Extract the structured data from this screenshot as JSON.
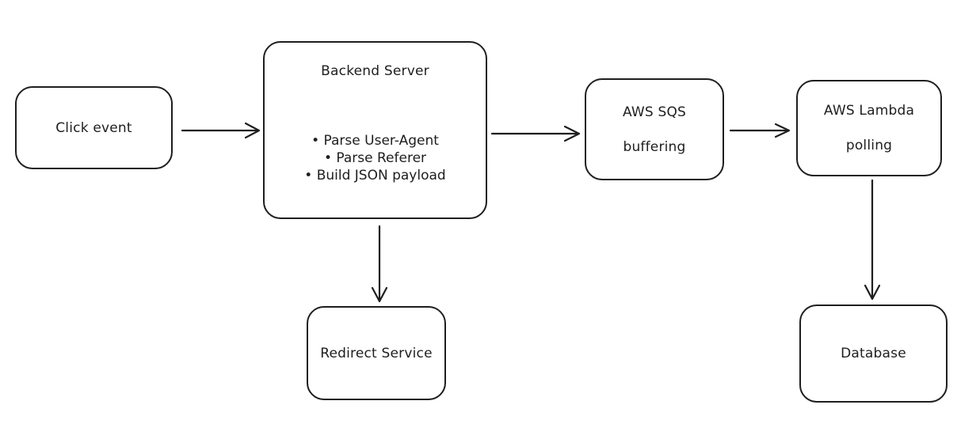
{
  "nodes": {
    "click_event": {
      "label": "Click event"
    },
    "backend_server": {
      "title": "Backend Server",
      "bullets": [
        "Parse User-Agent",
        "Parse Referer",
        "Build JSON payload"
      ]
    },
    "aws_sqs": {
      "line1": "AWS SQS",
      "line2": "buffering"
    },
    "aws_lambda": {
      "line1": "AWS Lambda",
      "line2": "polling"
    },
    "redirect_service": {
      "label": "Redirect Service"
    },
    "database": {
      "label": "Database"
    }
  },
  "edges": [
    {
      "from": "Click event",
      "to": "Backend Server"
    },
    {
      "from": "Backend Server",
      "to": "AWS SQS"
    },
    {
      "from": "AWS SQS",
      "to": "AWS Lambda"
    },
    {
      "from": "Backend Server",
      "to": "Redirect Service"
    },
    {
      "from": "AWS Lambda",
      "to": "Database"
    }
  ],
  "colors": {
    "stroke": "#1e1e1e",
    "background": "#ffffff"
  }
}
